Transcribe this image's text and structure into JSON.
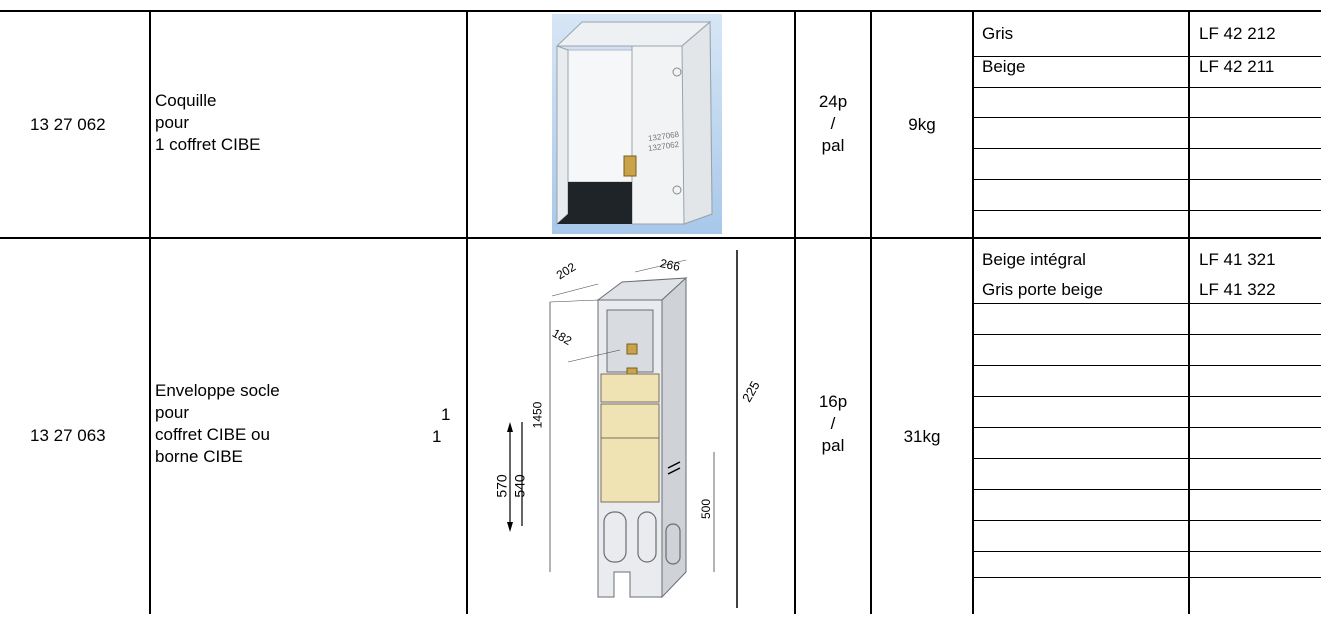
{
  "rows": [
    {
      "code": "13 27 062",
      "description": [
        "Coquille",
        "pour",
        "1 coffret CIBE"
      ],
      "quantity": [
        "24p",
        "/",
        "pal"
      ],
      "weight": "9kg",
      "image_labels": [
        "1327068",
        "1327062"
      ],
      "variants": [
        {
          "color": "Gris",
          "ref": "LF 42 212"
        },
        {
          "color": "Beige",
          "ref": "LF 42 211"
        }
      ]
    },
    {
      "code": "13 27 063",
      "description": [
        "Enveloppe socle",
        "pour",
        "coffret CIBE ou",
        "borne CIBE"
      ],
      "description_counts": [
        "1",
        "1"
      ],
      "quantity": [
        "16p",
        "/",
        "pal"
      ],
      "weight": "31kg",
      "drawing_dims": {
        "d202": "202",
        "d266": "266",
        "d182": "182",
        "d1450": "1450",
        "d570": "570",
        "d540": "540",
        "d500": "500",
        "d225": "225"
      },
      "variants": [
        {
          "color": "Beige intégral",
          "ref": "LF 41 321"
        },
        {
          "color": "Gris porte beige",
          "ref": "LF 41 322"
        }
      ]
    }
  ]
}
